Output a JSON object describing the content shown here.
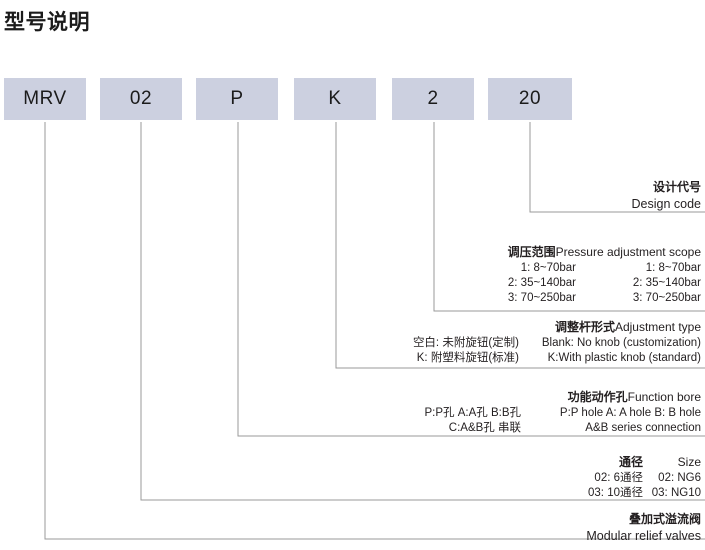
{
  "title": "型号说明",
  "code_boxes": [
    {
      "name": "series",
      "value": "MRV"
    },
    {
      "name": "size",
      "value": "02"
    },
    {
      "name": "bore",
      "value": "P"
    },
    {
      "name": "adjust",
      "value": "K"
    },
    {
      "name": "pressure",
      "value": "2"
    },
    {
      "name": "design",
      "value": "20"
    }
  ],
  "annotations": {
    "design_code": {
      "cn_title": "设计代号",
      "en_title": "Design code"
    },
    "pressure_scope": {
      "cn_title": "调压范围",
      "en_title": "Pressure adjustment scope",
      "rows": [
        {
          "cn": "1: 8~70bar",
          "en": "1: 8~70bar"
        },
        {
          "cn": "2: 35~140bar",
          "en": "2: 35~140bar"
        },
        {
          "cn": "3: 70~250bar",
          "en": "3: 70~250bar"
        }
      ]
    },
    "adjustment_type": {
      "cn_title": "调整杆形式",
      "en_title": "Adjustment type",
      "rows": [
        {
          "cn": "空白: 未附旋钮(定制)",
          "en": "Blank: No knob (customization)"
        },
        {
          "cn": "K: 附塑料旋钮(标准)",
          "en": "K:With plastic knob (standard)"
        }
      ]
    },
    "function_bore": {
      "cn_title": "功能动作孔",
      "en_title": "Function bore",
      "rows": [
        {
          "cn": "P:P孔  A:A孔  B:B孔",
          "en": "P:P hole   A: A hole   B: B hole"
        },
        {
          "cn": "C:A&B孔 串联",
          "en": "A&B series connection"
        }
      ]
    },
    "size": {
      "cn_title": "通径",
      "en_title": "Size",
      "rows": [
        {
          "cn": "02: 6通径",
          "en": "02: NG6"
        },
        {
          "cn": "03: 10通径",
          "en": "03: NG10"
        }
      ]
    },
    "series": {
      "cn_title": "叠加式溢流阀",
      "en_title": "Modular relief valves"
    }
  },
  "colors": {
    "box_fill": "#ccd0e0",
    "line": "#8d8d8d",
    "text": "#231f20"
  }
}
